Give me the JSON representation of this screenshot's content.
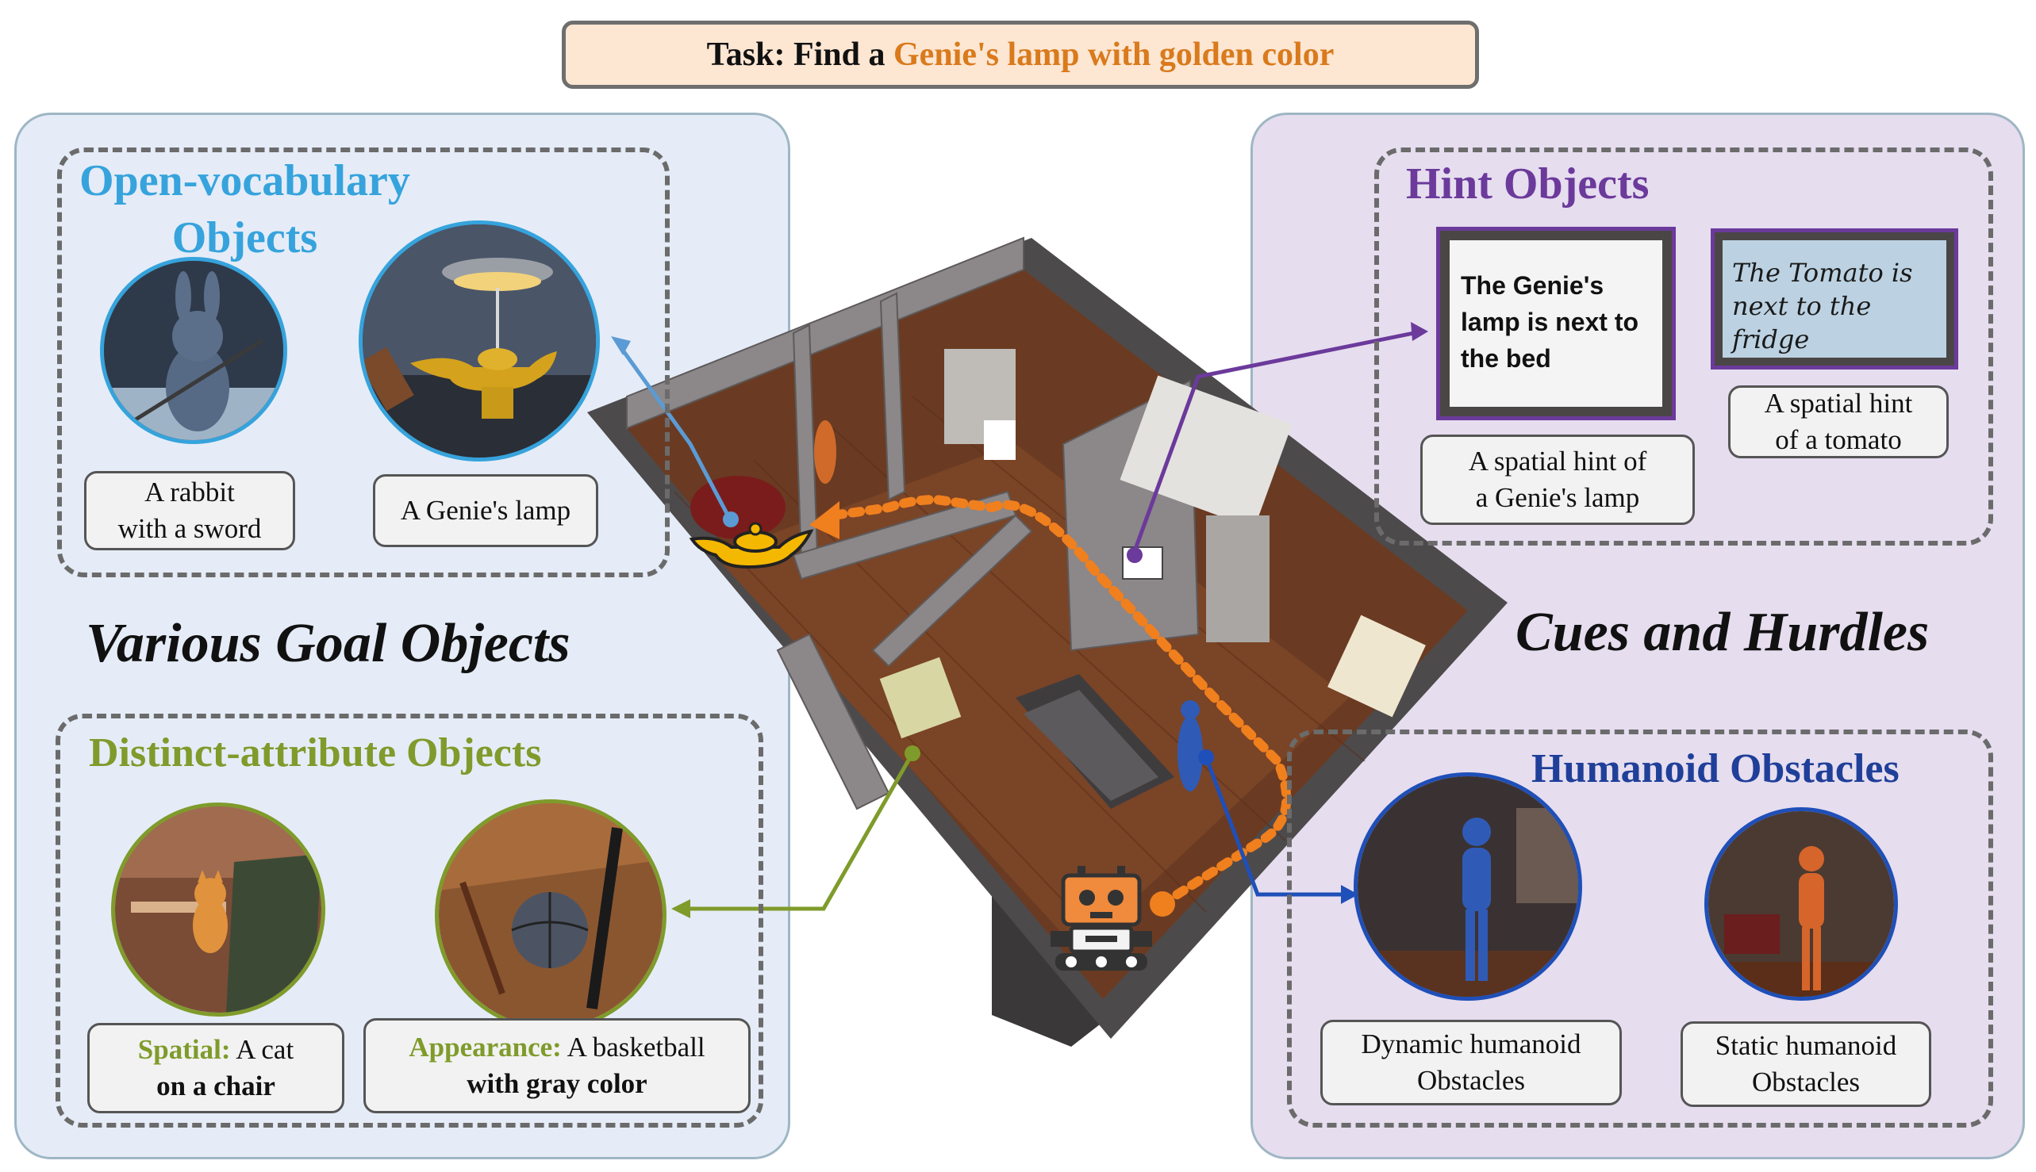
{
  "task": {
    "prefix": "Task: Find a ",
    "target": "Genie's lamp with golden color"
  },
  "left": {
    "title": "Various Goal Objects",
    "open_vocab": {
      "heading_line1": "Open-vocabulary",
      "heading_line2": "Objects",
      "rabbit_caption_l1": "A rabbit",
      "rabbit_caption_l2": "with a sword",
      "lamp_caption": "A Genie's lamp"
    },
    "distinct": {
      "heading": "Distinct-attribute Objects",
      "cat_prefix": "Spatial:",
      "cat_l1": " A cat",
      "cat_l2": "on a chair",
      "ball_prefix": "Appearance:",
      "ball_l1": " A basketball",
      "ball_l2": "with gray color"
    }
  },
  "right": {
    "title": "Cues and Hurdles",
    "hint": {
      "heading": "Hint Objects",
      "sign1_text": "The Genie's lamp is next to the bed",
      "sign2_text": "The Tomato is next to the fridge",
      "sign1_caption_l1": "A spatial hint of",
      "sign1_caption_l2": "a Genie's lamp",
      "sign2_caption_l1": "A spatial hint",
      "sign2_caption_l2": "of a tomato"
    },
    "humanoid": {
      "heading": "Humanoid Obstacles",
      "dynamic_l1": "Dynamic humanoid",
      "dynamic_l2": "Obstacles",
      "static_l1": "Static humanoid",
      "static_l2": "Obstacles"
    }
  },
  "colors": {
    "open_vocab": "#36a3dc",
    "distinct": "#7f9b2b",
    "hint": "#6b3a9b",
    "humanoid": "#1f3f99",
    "task_target": "#d97a1c",
    "path": "#f07f1e"
  },
  "icons": [
    "genie-lamp-icon",
    "robot-icon"
  ]
}
